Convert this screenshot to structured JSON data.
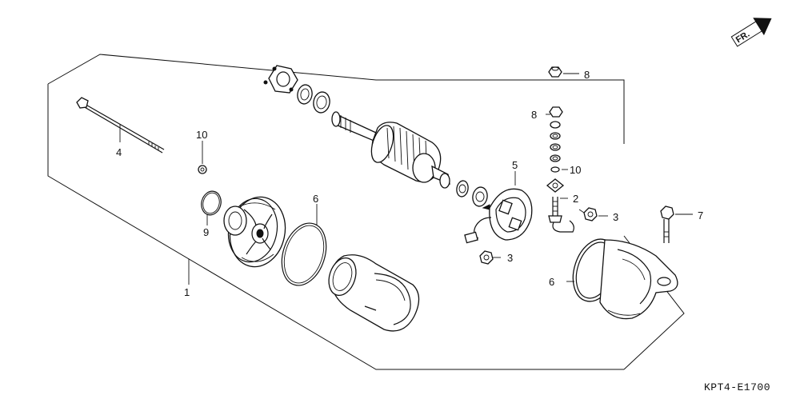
{
  "diagram": {
    "diagram_code": "KPT4-E1700",
    "direction_label": "FR.",
    "callouts": {
      "c1": "1",
      "c2": "2",
      "c3a": "3",
      "c3b": "3",
      "c4": "4",
      "c5": "5",
      "c6a": "6",
      "c6b": "6",
      "c7": "7",
      "c8a": "8",
      "c8b": "8",
      "c9": "9",
      "c10a": "10",
      "c10b": "10"
    }
  }
}
